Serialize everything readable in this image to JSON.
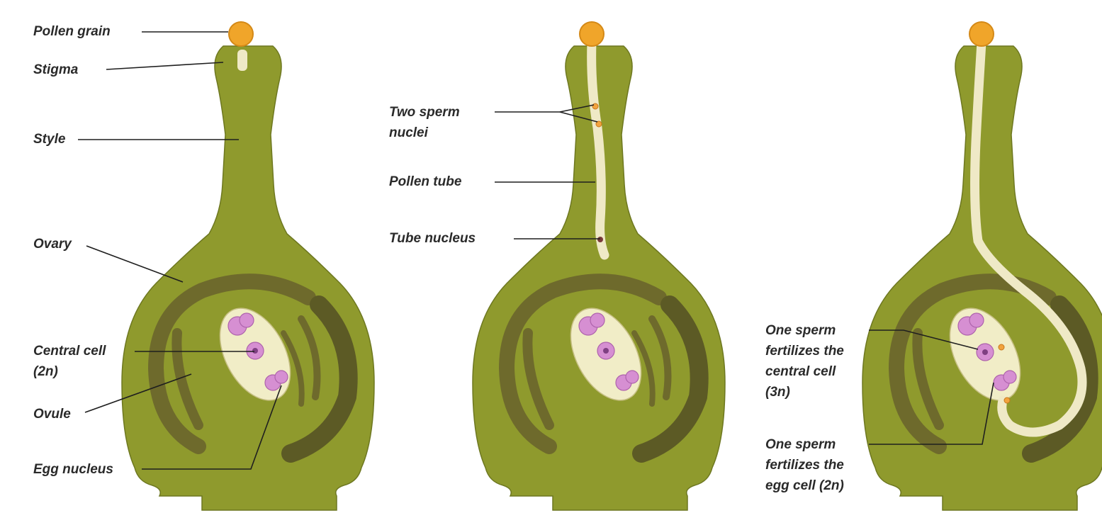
{
  "stage1": {
    "pollen_grain": "Pollen grain",
    "stigma": "Stigma",
    "style": "Style",
    "ovary": "Ovary",
    "central_cell": "Central cell",
    "central_cell_ploidy": "(2n)",
    "ovule": "Ovule",
    "egg_nucleus": "Egg nucleus"
  },
  "stage2": {
    "two_sperm_line1": "Two sperm",
    "two_sperm_line2": "nuclei",
    "pollen_tube": "Pollen tube",
    "tube_nucleus": "Tube nucleus"
  },
  "stage3": {
    "central_line1": "One sperm",
    "central_line2": "fertilizes the",
    "central_line3": "central cell",
    "central_line4": "(3n)",
    "egg_line1": "One sperm",
    "egg_line2": "fertilizes the",
    "egg_line3": "egg cell (2n)"
  },
  "colors": {
    "tissue": "#8f9a2d",
    "ovule_wall": "#6e6a2c",
    "embryo_sac": "#f1edc7",
    "nuclei": "#d68fd2",
    "pollen": "#f0a52a"
  }
}
